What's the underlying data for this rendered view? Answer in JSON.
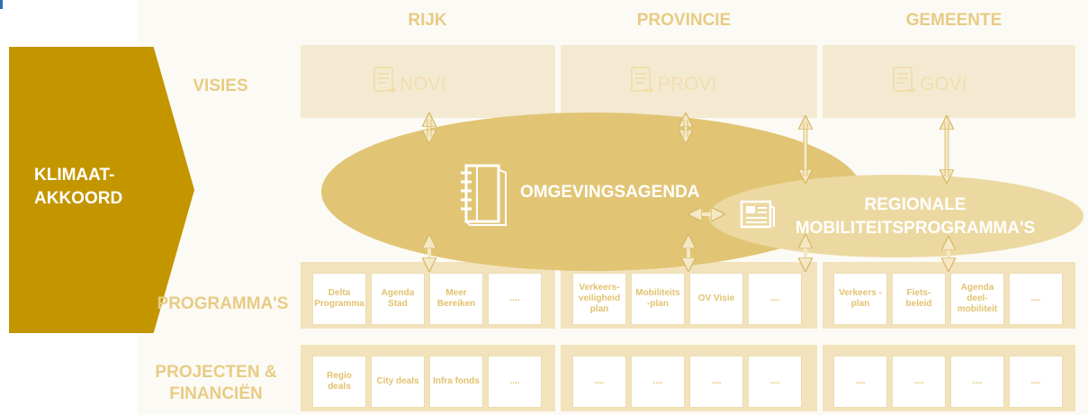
{
  "start": {
    "label_line1": "KLIMAAT-",
    "label_line2": "AKKOORD"
  },
  "columns": {
    "rijk": "RIJK",
    "provincie": "PROVINCIE",
    "gemeente": "GEMEENTE"
  },
  "rows": {
    "visies": "VISIES",
    "programmas": "PROGRAMMA'S",
    "projecten_line1": "PROJECTEN &",
    "projecten_line2": "FINANCIËN"
  },
  "visies": {
    "rijk": "NOVI",
    "provincie": "PROVI",
    "gemeente": "GOVI"
  },
  "center": {
    "omgevingsagenda": "OMGEVINGSAGENDA",
    "regionale_line1": "REGIONALE",
    "regionale_line2": "MOBILITEITSPROGRAMMA'S"
  },
  "programmas": {
    "rijk": [
      "Delta Programma",
      "Agenda Stad",
      "Meer Bereiken",
      "...."
    ],
    "provincie": [
      "Verkeers-veiligheid plan",
      "Mobiliteits -plan",
      "OV Visie",
      "...."
    ],
    "gemeente": [
      "Verkeers -plan",
      "Fiets-beleid",
      "Agenda deel-mobiliteit",
      "...."
    ]
  },
  "projecten": {
    "rijk": [
      "Regio deals",
      "City deals",
      "Infra fonds",
      "...."
    ],
    "provincie": [
      "....",
      "....",
      "....",
      "...."
    ],
    "gemeente": [
      "....",
      "....",
      "....",
      "...."
    ]
  },
  "colors": {
    "gold": "#c39600",
    "light": "#f2e3bd",
    "ellipse": "#e1c575",
    "header": "#e7cc85"
  }
}
